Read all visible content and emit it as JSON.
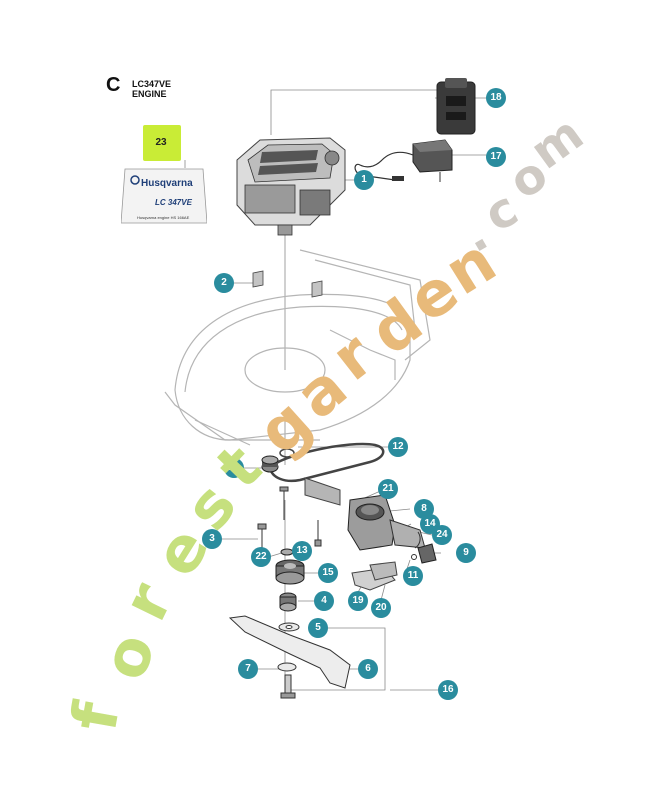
{
  "section": {
    "letter": "C",
    "model": "LC347VE",
    "subtitle": "ENGINE"
  },
  "label_sticker": {
    "brand": "Husqvarna",
    "model": "LC 347VE",
    "engine_text": "Husqvarna engine HS 166AE"
  },
  "callouts": [
    {
      "id": "1",
      "label": "1"
    },
    {
      "id": "2",
      "label": "2"
    },
    {
      "id": "3",
      "label": "3"
    },
    {
      "id": "4",
      "label": "4"
    },
    {
      "id": "5",
      "label": "5"
    },
    {
      "id": "6",
      "label": "6"
    },
    {
      "id": "7",
      "label": "7"
    },
    {
      "id": "8",
      "label": "8"
    },
    {
      "id": "9",
      "label": "9"
    },
    {
      "id": "10",
      "label": "10"
    },
    {
      "id": "11",
      "label": "11"
    },
    {
      "id": "12",
      "label": "12"
    },
    {
      "id": "13",
      "label": "13"
    },
    {
      "id": "14",
      "label": "14"
    },
    {
      "id": "15",
      "label": "15"
    },
    {
      "id": "16",
      "label": "16"
    },
    {
      "id": "17",
      "label": "17"
    },
    {
      "id": "18",
      "label": "18"
    },
    {
      "id": "19",
      "label": "19"
    },
    {
      "id": "20",
      "label": "20"
    },
    {
      "id": "21",
      "label": "21"
    },
    {
      "id": "22",
      "label": "22"
    },
    {
      "id": "23",
      "label": "23"
    },
    {
      "id": "24",
      "label": "24"
    }
  ],
  "watermark": {
    "text": "forestgarden.com",
    "colors": {
      "forest": "#c6e07e",
      "garden": "#e8ba7a",
      "com": "#cfcac4"
    }
  },
  "colors": {
    "callout": "#2a8c9e",
    "highlight": "#c9ec36",
    "line": "#777777"
  }
}
